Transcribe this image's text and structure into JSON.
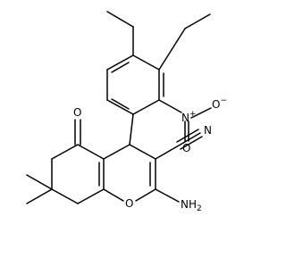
{
  "molecule": {
    "labels": {
      "oxo_oxygen": "O",
      "ring_oxygen": "O",
      "nitrile_nitrogen": "N",
      "amine": "NH",
      "amine_subscript": "2",
      "nitro_nitrogen": "N",
      "nitro_n_charge": "+",
      "nitro_oxygen": "O",
      "nitro_o_charge": "−",
      "nitro_oxygen_2": "O"
    }
  }
}
